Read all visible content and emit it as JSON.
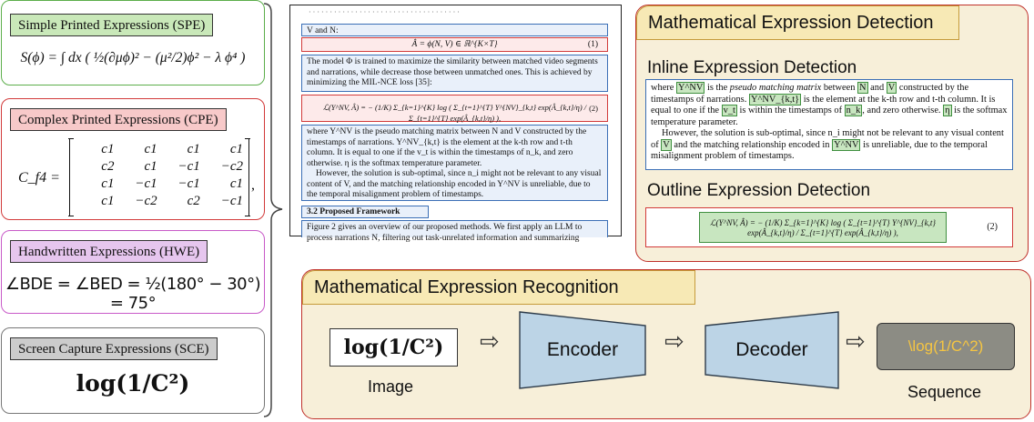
{
  "categories": {
    "spe": {
      "label": "Simple Printed Expressions (SPE)",
      "formula": "S(ϕ) = ∫ dx ( ½(∂μϕ)² − (μ²/2)ϕ² − λ ϕ⁴ )"
    },
    "cpe": {
      "label": "Complex Printed Expressions (CPE)",
      "lhs": "C_f4 =",
      "matrix": [
        [
          "c1",
          "c1",
          "c1",
          "c1"
        ],
        [
          "c2",
          "c1",
          "−c1",
          "−c2"
        ],
        [
          "c1",
          "−c1",
          "−c1",
          "c1"
        ],
        [
          "c1",
          "−c2",
          "c2",
          "−c1"
        ]
      ]
    },
    "hwe": {
      "label": "Handwritten Expressions (HWE)",
      "formula": "∠BDE = ∠BED = ½(180° − 30°) = 75°"
    },
    "sce": {
      "label": "Screen Capture Expressions (SCE)",
      "formula": "log(1/C²)"
    }
  },
  "document": {
    "top_text": "V and N:",
    "eq1": "Â = ϕ(N, V) ∈ ℝ^{K×T}",
    "eq1_num": "(1)",
    "para1": "The model Φ is trained to maximize the similarity between matched video segments and narrations, while decrease those between unmatched ones. This is achieved by minimizing the MIL-NCE loss [35]:",
    "eq2": "ℒ(Y^NV, Â) = − (1/K) Σ_{k=1}^{K} log ( Σ_{t=1}^{T} Y^{NV}_{k,t} exp(Â_{k,t}/η) / Σ_{t=1}^{T} exp(Â_{k,t}/η) ),",
    "eq2_num": "(2)",
    "para2": "where Y^NV is the pseudo matching matrix between N and V constructed by the timestamps of narrations. Y^NV_{k,t} is the element at the k-th row and t-th column. It is equal to one if the v_t is within the timestamps of n_k, and zero otherwise. η is the softmax temperature parameter.",
    "para3": "However, the solution is sub-optimal, since n_i might not be relevant to any visual content of V, and the matching relationship encoded in Y^NV is unreliable, due to the temporal misalignment problem of timestamps.",
    "section": "3.2   Proposed Framework",
    "para4": "Figure 2 gives an overview of our proposed methods. We first apply an LLM to process narrations N, filtering out task-unrelated information and summarizing"
  },
  "detection": {
    "title": "Mathematical Expression Detection",
    "inline_title": "Inline Expression Detection",
    "inline_text": {
      "p1a": "where ",
      "m1": "Y^NV",
      "p1b": " is the ",
      "p1c": "pseudo matching matrix",
      "p1d": " between ",
      "m2": "N",
      "p1e": " and ",
      "m3": "V",
      "p1f": " constructed by the timestamps of narrations. ",
      "m4": "Y^NV_{k,t}",
      "p1g": " is the element at the k-th row and t-th column. It is equal to one if the ",
      "m5": "v_t",
      "p1h": " is within the timestamps of ",
      "m6": "n_k",
      "p1i": ", and zero otherwise. ",
      "m7": "η",
      "p1j": " is the softmax temperature parameter.",
      "p2a": "However, the solution is sub-optimal, since n_i might not be relevant to any visual content of ",
      "m8": "V",
      "p2b": " and the matching relationship encoded in ",
      "m9": "Y^NV",
      "p2c": " is unreliable, due to the temporal misalignment problem of timestamps."
    },
    "outline_title": "Outline Expression Detection",
    "outline_eq": "ℒ(Y^NV, Â) = − (1/K) Σ_{k=1}^{K} log ( Σ_{t=1}^{T} Y^{NV}_{k,t} exp(Â_{k,t}/η) / Σ_{t=1}^{T} exp(Â_{k,t}/η) ),",
    "outline_num": "(2)"
  },
  "recognition": {
    "title": "Mathematical Expression Recognition",
    "image_formula": "log(1/C²)",
    "image_label": "Image",
    "encoder": "Encoder",
    "decoder": "Decoder",
    "sequence_text": "\\log(1/C^2)",
    "sequence_label": "Sequence"
  },
  "colors": {
    "spe": "#5cae4b",
    "spe_label_bg": "#c9e8b9",
    "cpe": "#d23a3a",
    "cpe_label_bg": "#f7c9c9",
    "hwe": "#c85ac8",
    "hwe_label_bg": "#e6c6ee",
    "sce": "#777777",
    "sce_label_bg": "#cccccc",
    "panel_border": "#c0312b",
    "panel_bg": "#f7efd9",
    "title_bg": "#f7e9b5",
    "trap_fill": "#bcd4e6",
    "seq_fill": "#8c8c84",
    "seq_text": "#f5c542"
  }
}
